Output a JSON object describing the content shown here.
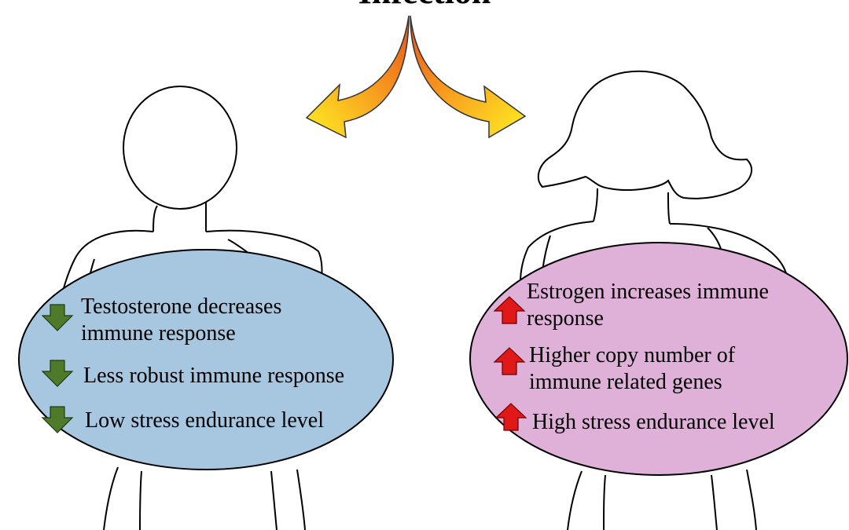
{
  "title": "Infection",
  "colors": {
    "male_ellipse": "#a7c7e0",
    "female_ellipse": "#dfb1d8",
    "down_arrow": "#4e7a2a",
    "up_arrow": "#e01818",
    "arrow_inner": "#e8531a",
    "arrow_outer": "#ffee22"
  },
  "male": {
    "items": [
      {
        "icon": "down-arrow-icon",
        "lines": [
          "Testosterone decreases",
          "immune response"
        ]
      },
      {
        "icon": "down-arrow-icon",
        "lines": [
          "Less robust immune response"
        ]
      },
      {
        "icon": "down-arrow-icon",
        "lines": [
          "Low stress endurance level"
        ]
      }
    ]
  },
  "female": {
    "items": [
      {
        "icon": "up-arrow-icon",
        "lines": [
          "Estrogen increases immune",
          "response"
        ]
      },
      {
        "icon": "up-arrow-icon",
        "lines": [
          "Higher copy number of",
          "immune related genes"
        ]
      },
      {
        "icon": "up-arrow-icon",
        "lines": [
          "High stress endurance level"
        ]
      }
    ]
  }
}
